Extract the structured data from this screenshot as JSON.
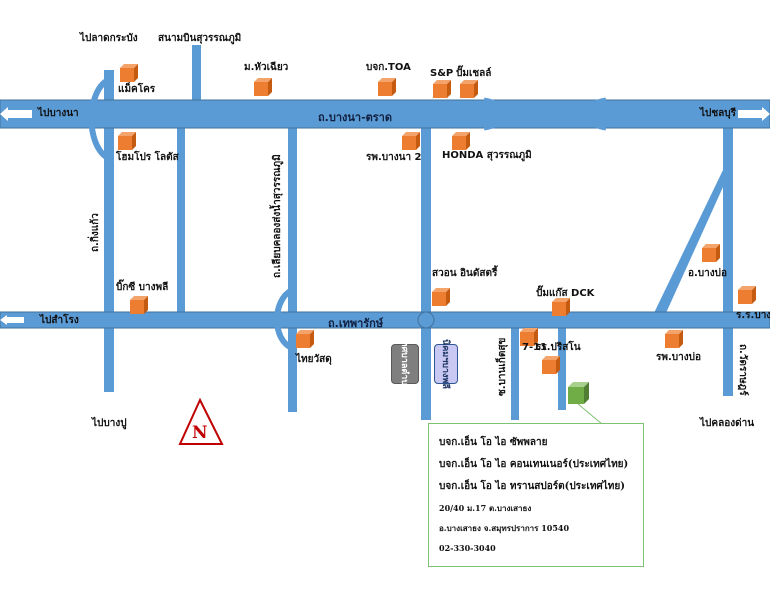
{
  "roads": {
    "bangna_trat": "ถ.บางนา-ตราด",
    "theparak": "ถ.เทพารักษ์",
    "king_kaeo": "ถ.กิ่งแก้ว",
    "liap_khlong": "ถ.เลียบคลองส่งน้ำสุวรรณภูมิ",
    "ban_ket": "ซ.บานเก็ตสุข",
    "wat_rat": "ถ.วัดราษฎร์"
  },
  "directions": {
    "lat_krabang": "ไปลาดกระบัง",
    "suvarnabhumi_airport": "สนามบินสุวรรณภูมิ",
    "bangna": "ไปบางนา",
    "chonburi": "ไปชลบุรี",
    "samrong": "ไปสำโรง",
    "bangpu": "ไปบางปู",
    "khlong_dan": "ไปคลองด่าน"
  },
  "landmarks": {
    "makro": "แม็คโคร",
    "moo_hua_chiao": "ม.หัวเฉียว",
    "toa": "บจก.TOA",
    "sp": "S&P",
    "shell": "ปั๊มเชลล์",
    "homepro": "โฮมโปร โลตัส",
    "bangna2_hospital": "รพ.บางนา 2",
    "honda": "HONDA สุวรรณภูมิ",
    "swan_industry": "สวอน อินดัสตรี้",
    "dck_gas": "ปั๊มแก๊ส DCK",
    "amphoe_bangbo": "อ.บางบ่อ",
    "rr_bang": "ร.ร.บาง",
    "big_c": "บิ๊กซี บางพลี",
    "thai_watsadu": "ไทยวัสดุ",
    "seven_eleven": "7-11",
    "pristano_school": "รร.ปริสโน",
    "bangbo_hospital": "รพ.บางบ่อ"
  },
  "signs": {
    "sign_left": "เทศบาลตำบล",
    "sign_right": "นิคมฯบางพลี"
  },
  "compass": {
    "label": "N"
  },
  "info": {
    "line1": "บจก.เอ็น โอ ไอ ซัพพลาย",
    "line2": "บจก.เอ็น โอ ไอ คอนเทนเนอร์(ประเทศไทย)",
    "line3": "บจก.เอ็น โอ ไอ ทรานสปอร์ต(ประเทศไทย)",
    "address1": "20/40 ม.17 ต.บางเสาธง",
    "address2": "อ.บางเสาธง จ.สมุทรปราการ 10540",
    "phone": "02-330-3040"
  },
  "colors": {
    "road": "#5b9bd5",
    "road_border": "#41719c",
    "building": "#ed7d31",
    "building_top": "#f4a46a",
    "target": "#70ad47",
    "box_border": "#7fc271",
    "compass": "#c00000"
  }
}
